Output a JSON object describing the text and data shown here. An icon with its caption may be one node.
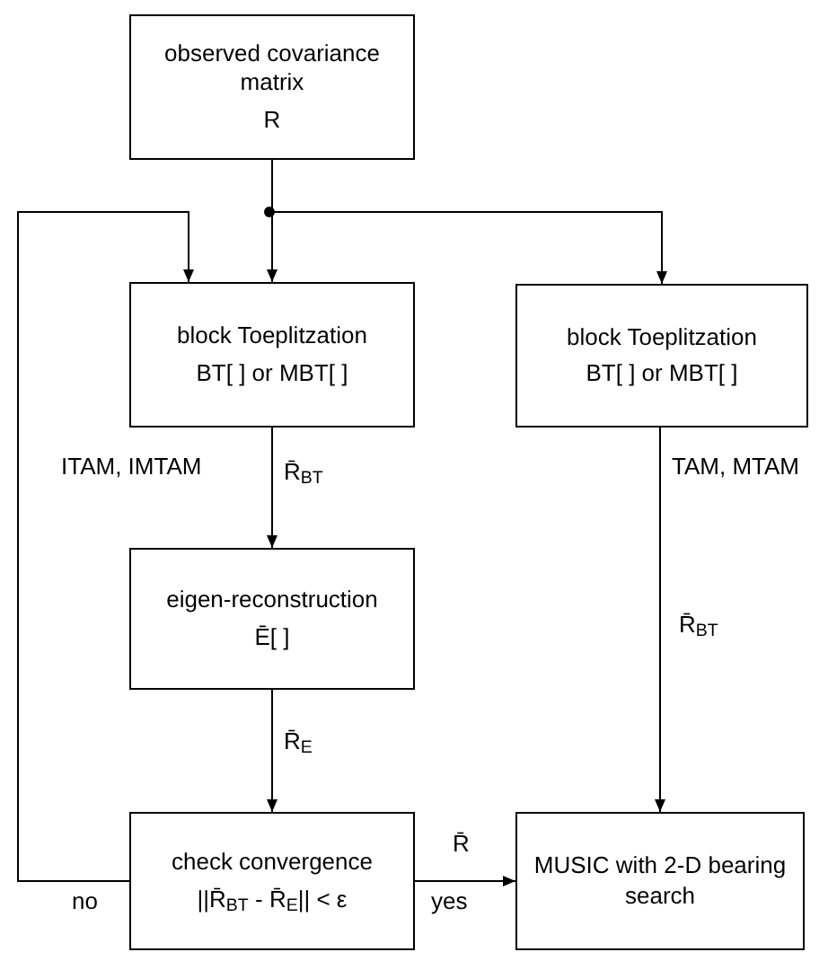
{
  "diagram": {
    "nodes": [
      {
        "text": [
          "observed covariance matrix",
          "R"
        ]
      },
      {
        "text": [
          "block Toeplitzation",
          "BT[ ] or MBT[ ]"
        ]
      },
      {
        "text": [
          "block Toeplitzation",
          "BT[ ] or MBT[ ]"
        ]
      },
      {
        "text": [
          "eigen-reconstruction",
          "Ē[ ]"
        ]
      },
      {
        "text": [
          "check convergence",
          "||R̄$_{BT}$ - R̄$_{E}$|| < ε"
        ]
      },
      {
        "text": [
          "MUSIC with 2-D bearing search"
        ]
      }
    ],
    "edges": [
      {
        "from": 0,
        "to": 1,
        "arrow": "to"
      },
      {
        "from": 0,
        "to": 2,
        "arrow": "to"
      },
      {
        "from": 1,
        "to": 3,
        "arrow": "to",
        "label": "R̄$_{BT}$"
      },
      {
        "from": 3,
        "to": 4,
        "arrow": "to",
        "label": "R̄$_{E}$"
      },
      {
        "from": 4,
        "to": 1,
        "arrow": "to",
        "label": "no"
      },
      {
        "from": 4,
        "to": 5,
        "arrow": "to",
        "label": "R̄"
      },
      {
        "from": 2,
        "to": 5,
        "arrow": "to",
        "label": "R̄$_{BT}$"
      }
    ],
    "labels": [
      "ITAM, IMTAM",
      "TAM, MTAM",
      "yes"
    ]
  }
}
